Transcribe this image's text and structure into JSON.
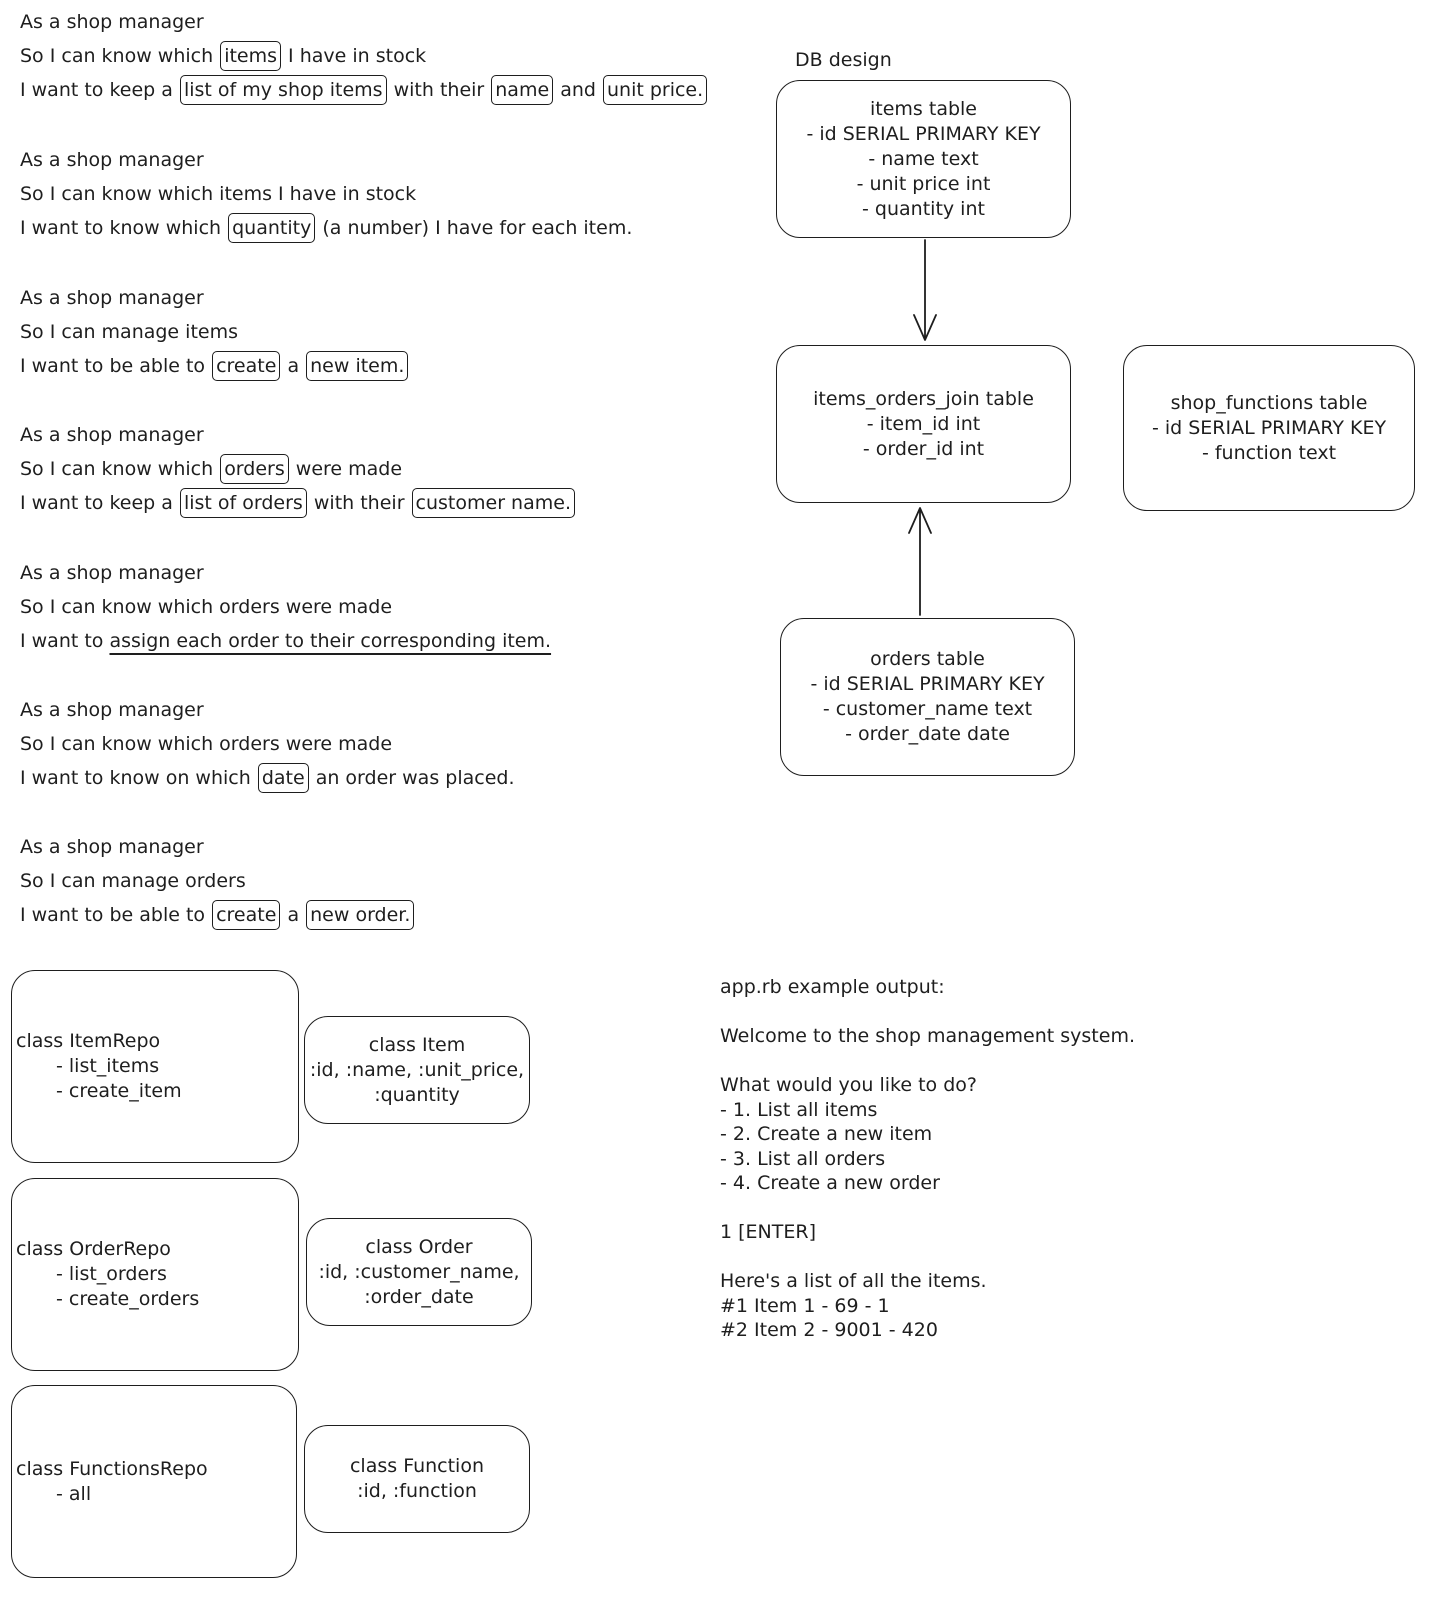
{
  "stories": [
    {
      "l1": "As a shop manager",
      "l2": "So I can know which ",
      "l2a": "items",
      "l2b": " I have in stock",
      "l3": "I want to keep a ",
      "l3a": "list of my shop items",
      "l3b": " with their ",
      "l3c": "name",
      "l3d": " and ",
      "l3e": "unit price."
    },
    {
      "l1": "As a shop manager",
      "l2": "So I can know which items I have in stock",
      "l3": "I want to know which ",
      "l3a": "quantity",
      "l3b": " (a number) I have for each item."
    },
    {
      "l1": "As a shop manager",
      "l2": "So I can manage items",
      "l3": "I want to be able to ",
      "l3a": "create",
      "l3b": " a ",
      "l3c": "new item."
    },
    {
      "l1": "As a shop manager",
      "l2": "So I can know which ",
      "l2a": "orders",
      "l2b": " were made",
      "l3": "I want to keep a ",
      "l3a": "list of orders",
      "l3b": " with their ",
      "l3c": "customer name."
    },
    {
      "l1": "As a shop manager",
      "l2": "So I can know which orders were made",
      "l3": "I want to ",
      "l3a": "assign each order to their corresponding item."
    },
    {
      "l1": "As a shop manager",
      "l2": "So I can know which orders were made",
      "l3": "I want to know on which ",
      "l3a": "date",
      "l3b": " an order was placed."
    },
    {
      "l1": "As a shop manager",
      "l2": "So I can manage orders",
      "l3": "I want to be able to ",
      "l3a": "create",
      "l3b": " a ",
      "l3c": "new order."
    }
  ],
  "db": {
    "title": "DB design",
    "items_table": [
      "items table",
      "- id SERIAL PRIMARY KEY",
      "- name text",
      "- unit price int",
      "- quantity int"
    ],
    "join_table": [
      "items_orders_join table",
      "- item_id int",
      "- order_id int"
    ],
    "functions_table": [
      "shop_functions table",
      "- id SERIAL PRIMARY KEY",
      "- function text"
    ],
    "orders_table": [
      "orders table",
      "- id SERIAL PRIMARY KEY",
      "- customer_name text",
      "- order_date date"
    ]
  },
  "classes": {
    "item_repo": [
      "class ItemRepo",
      "- list_items",
      "- create_item"
    ],
    "item": [
      "class Item",
      ":id, :name, :unit_price,",
      ":quantity"
    ],
    "order_repo": [
      "class OrderRepo",
      "- list_orders",
      "- create_orders"
    ],
    "order": [
      "class Order",
      ":id, :customer_name,",
      ":order_date"
    ],
    "functions_repo": [
      "class FunctionsRepo",
      "- all"
    ],
    "function": [
      "class Function",
      ":id, :function"
    ]
  },
  "output": {
    "lines": [
      "app.rb example output:",
      "",
      "Welcome to the shop management system.",
      "",
      "What would you like to do?",
      "- 1. List all items",
      "- 2. Create a new item",
      "- 3. List all orders",
      "- 4. Create a new order",
      "",
      "1 [ENTER]",
      "",
      "Here's a list of all the items.",
      "#1 Item 1 - 69 - 1",
      "#2 Item 2 - 9001 - 420"
    ]
  }
}
